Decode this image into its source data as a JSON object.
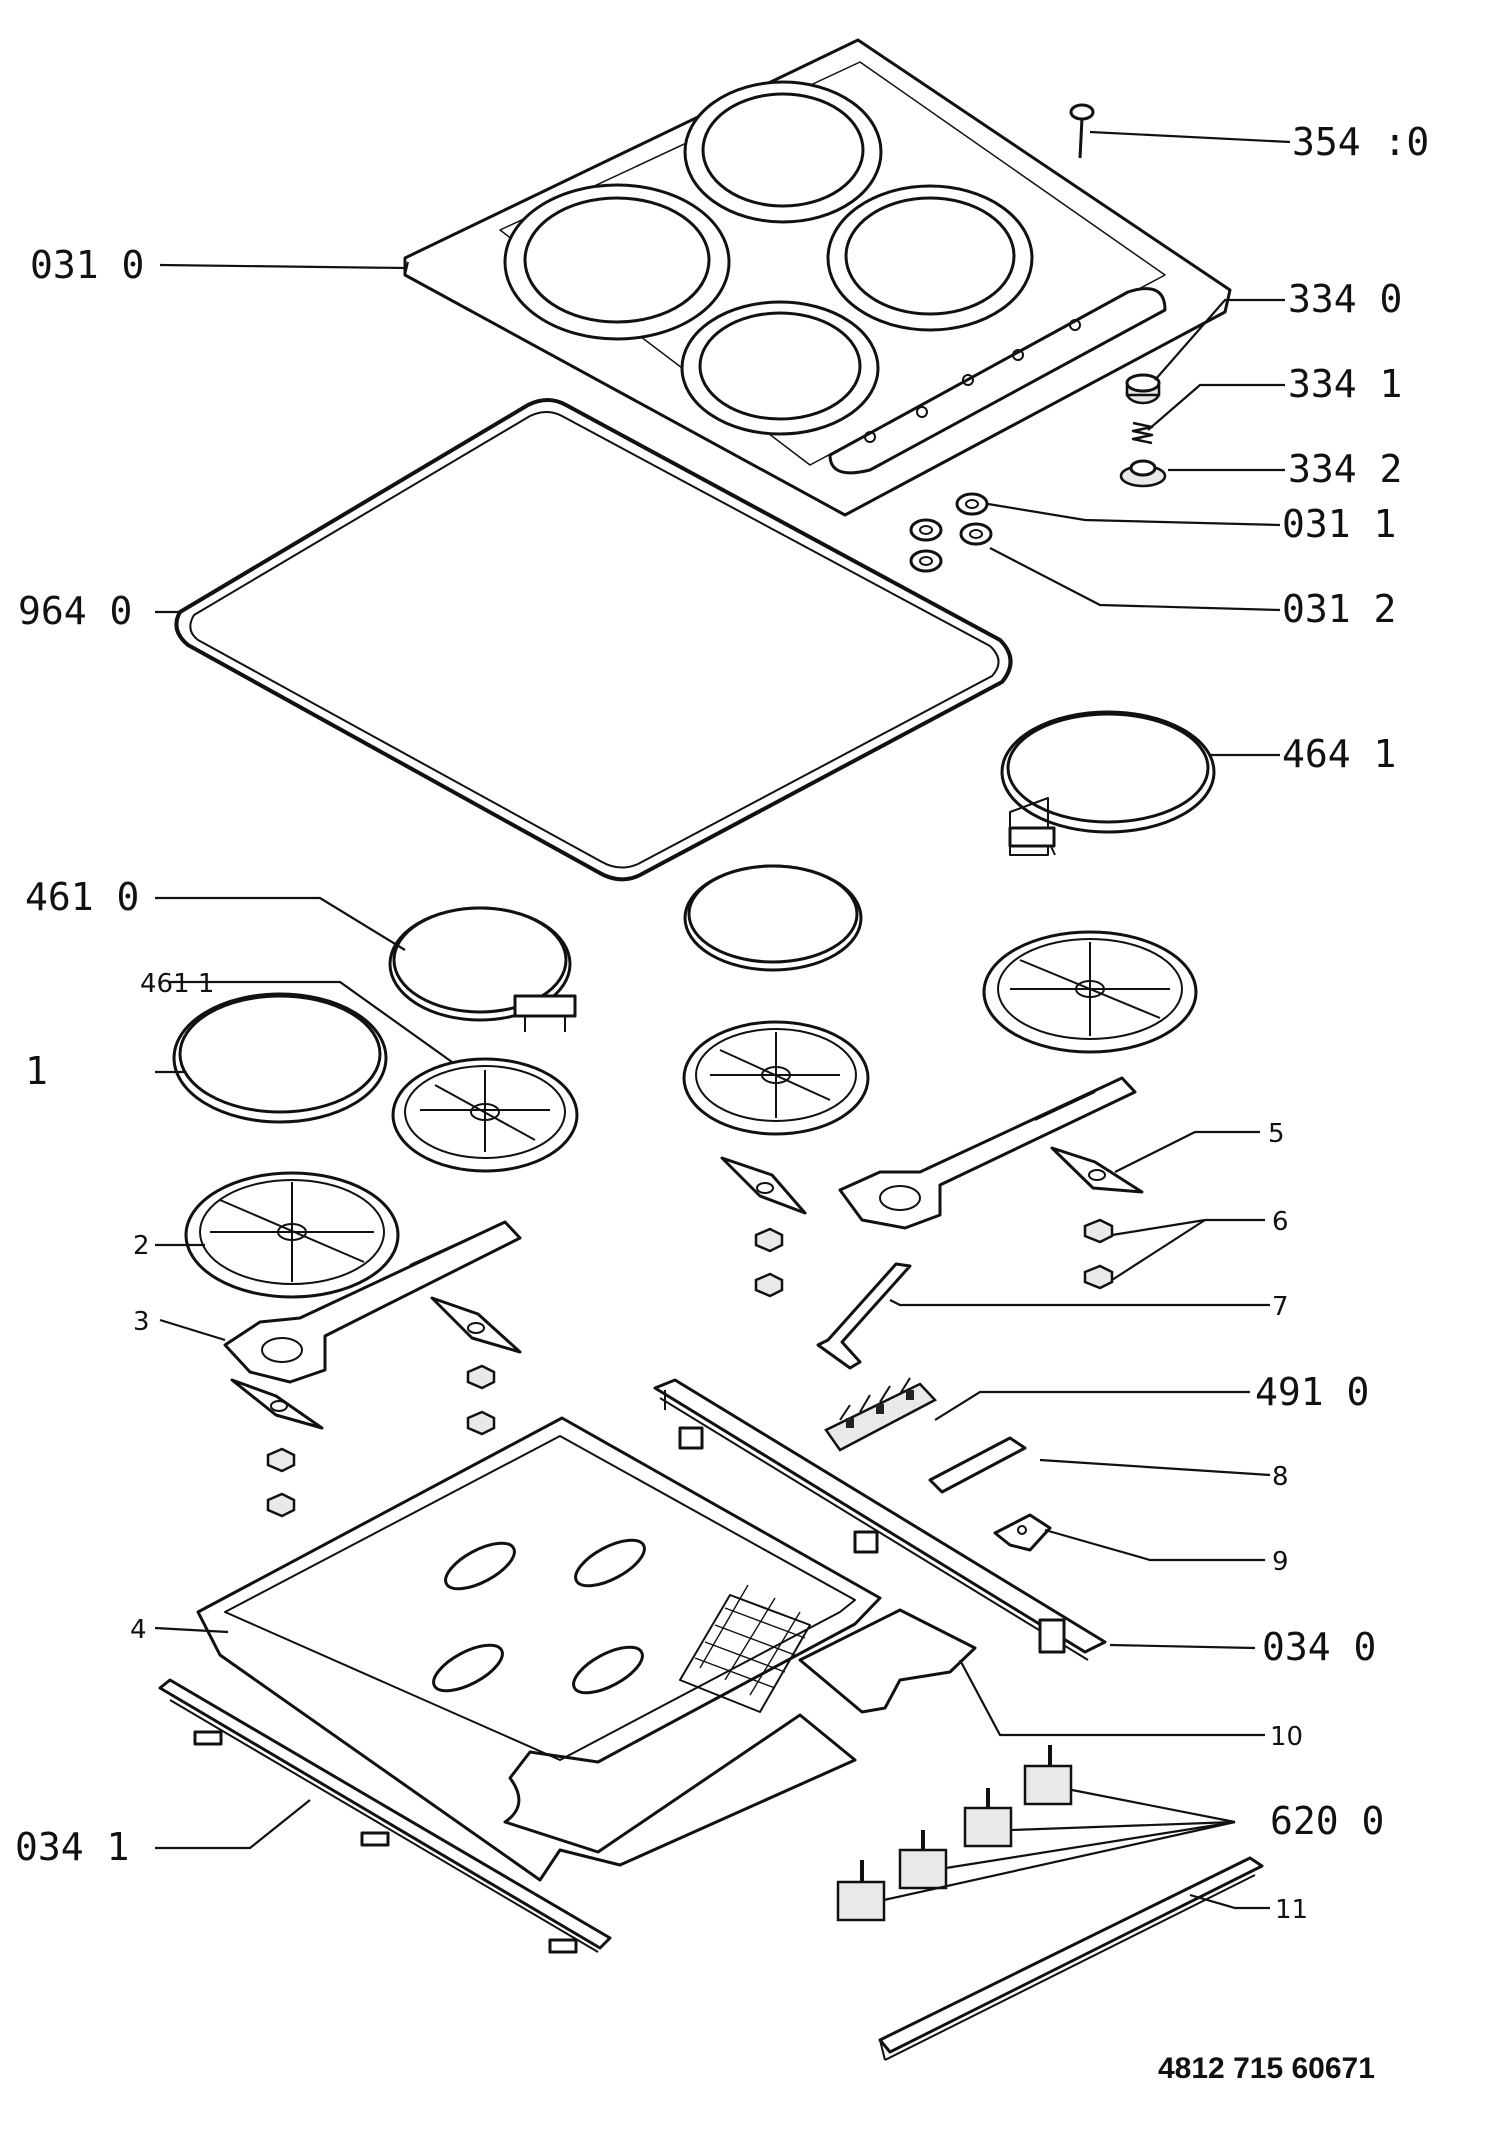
{
  "callouts": [
    {
      "id": "354-0",
      "text": "354 :0"
    },
    {
      "id": "031-0",
      "text": "031 0"
    },
    {
      "id": "334-0",
      "text": "334 0"
    },
    {
      "id": "334-1",
      "text": "334 1"
    },
    {
      "id": "334-2",
      "text": "334 2"
    },
    {
      "id": "031-1",
      "text": "031 1"
    },
    {
      "id": "031-2",
      "text": "031 2"
    },
    {
      "id": "964-0",
      "text": "964 0"
    },
    {
      "id": "464-1",
      "text": "464 1"
    },
    {
      "id": "461-0",
      "text": "461 0"
    },
    {
      "id": "461-1",
      "text": "461 1"
    },
    {
      "id": "1",
      "text": "1"
    },
    {
      "id": "2",
      "text": "2"
    },
    {
      "id": "3",
      "text": "3"
    },
    {
      "id": "4",
      "text": "4"
    },
    {
      "id": "5",
      "text": "5"
    },
    {
      "id": "6",
      "text": "6"
    },
    {
      "id": "7",
      "text": "7"
    },
    {
      "id": "491-0",
      "text": "491 0"
    },
    {
      "id": "8",
      "text": "8"
    },
    {
      "id": "9",
      "text": "9"
    },
    {
      "id": "034-0",
      "text": "034 0"
    },
    {
      "id": "10",
      "text": "10"
    },
    {
      "id": "034-1",
      "text": "034 1"
    },
    {
      "id": "620-0",
      "text": "620 0"
    },
    {
      "id": "11",
      "text": "11"
    }
  ],
  "document_number": "4812 715 60671"
}
